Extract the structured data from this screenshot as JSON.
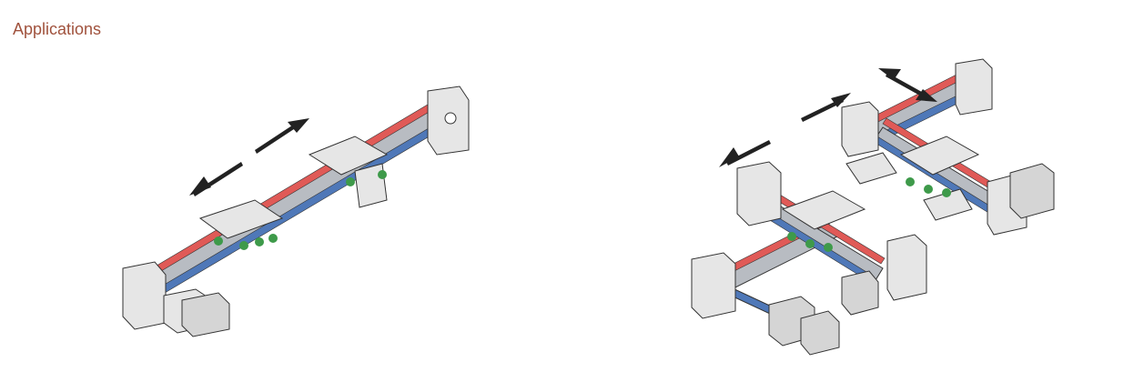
{
  "page": {
    "heading": "Applications",
    "heading_color": "#a0523d"
  },
  "colors": {
    "red_belt": "#e05a57",
    "blue_belt": "#4f78b8",
    "rail_gray": "#b8bcc2",
    "plate_gray": "#e6e6e6",
    "wheel_green": "#3e9a4a",
    "outline": "#333333",
    "arrow": "#222222"
  },
  "illustrations": [
    {
      "name": "single-axis-linear-actuator",
      "arrows": [
        "double-arrow-diagonal"
      ]
    },
    {
      "name": "xy-gantry-actuator",
      "arrows": [
        "double-arrow-diagonal",
        "double-arrow-diagonal-up"
      ]
    }
  ]
}
